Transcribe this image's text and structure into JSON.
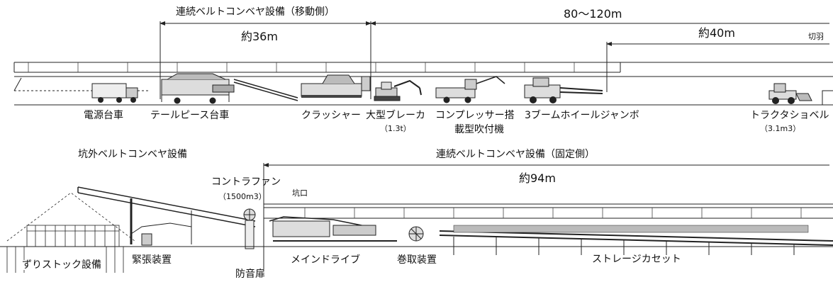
{
  "dimensions": {
    "top_total": "80〜120m",
    "moving_section_title": "連続ベルトコンベヤ設備（移動側）",
    "moving_length": "約36m",
    "face_distance": "約40m",
    "face_label": "切羽",
    "fixed_section_title": "連続ベルトコンベヤ設備（固定側）",
    "fixed_length": "約94m"
  },
  "upper_equipment": {
    "power_car": "電源台車",
    "tail_piece_car": "テールピース台車",
    "crusher": "クラッシャー",
    "breaker": "大型ブレーカ",
    "breaker_spec": "（1.3t）",
    "sprayer_line1": "コンプレッサー搭",
    "sprayer_line2": "載型吹付機",
    "jumbo": "3ブームホイールジャンボ",
    "shovel": "トラクタショベル",
    "shovel_spec": "（3.1m3）"
  },
  "lower_equipment": {
    "outside_conveyor": "坑外ベルトコンベヤ設備",
    "contra_fan": "コントラファン",
    "contra_fan_spec": "（1500m3）",
    "portal": "坑口",
    "stock": "ずりストック設備",
    "tension": "緊張装置",
    "soundproof_door": "防音扉",
    "main_drive": "メインドライブ",
    "winder": "巻取装置",
    "storage_cassette": "ストレージカセット"
  }
}
